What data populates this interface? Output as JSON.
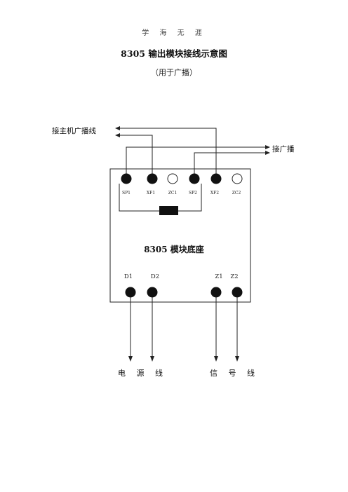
{
  "header": {
    "text": "学 海 无 涯"
  },
  "diagram": {
    "title": "8305 输出模块接线示意图",
    "subtitle": "（用于广播）",
    "left_label": "接主机广播线",
    "right_label": "接广播",
    "base_label": "8305 模块底座",
    "top_terminals": [
      "SP1",
      "XF1",
      "ZC1",
      "SP2",
      "XF2",
      "ZC2"
    ],
    "bottom_terminals": [
      "D1",
      "D2",
      "Z1",
      "Z2"
    ],
    "power_label": "电 源 线",
    "signal_label": "信 号 线"
  }
}
